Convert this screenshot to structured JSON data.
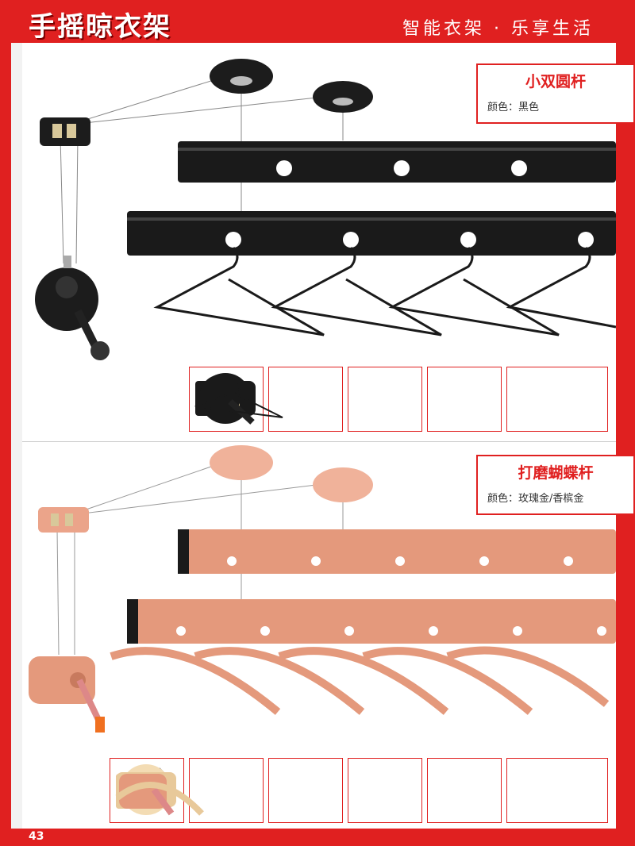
{
  "header": {
    "title": "手摇晾衣架",
    "subtitle": "智能衣架 · 乐享生活"
  },
  "page": {
    "number": "43"
  },
  "products": [
    {
      "name": "小双圆杆",
      "color_label": "颜色：黑色"
    },
    {
      "name": "打磨蝴蝶杆",
      "color_label": "颜色：玫瑰金/香槟金"
    }
  ],
  "colors": {
    "brand": "#e02020",
    "black_rod": "#1a1a1a",
    "rose_gold": "#e4997c",
    "champagne": "#e8c99a"
  }
}
